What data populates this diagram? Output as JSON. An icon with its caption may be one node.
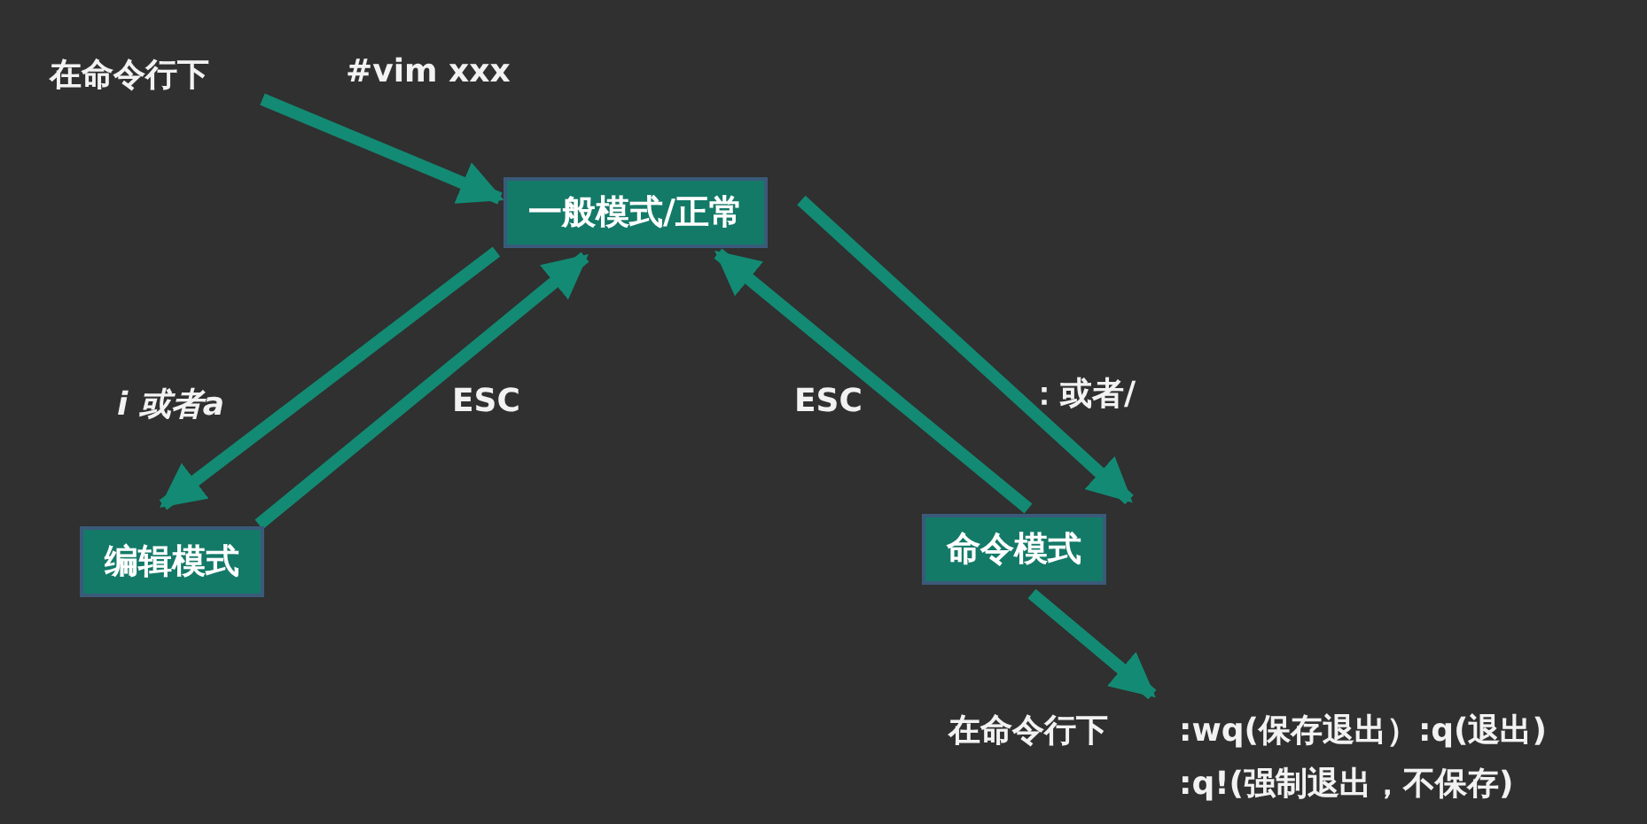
{
  "diagram": {
    "nodes": [
      {
        "text": [
          "在命令行下"
        ]
      },
      {
        "text": [
          "一般模式/正常"
        ]
      },
      {
        "text": [
          "编辑模式"
        ]
      },
      {
        "text": [
          "命令模式"
        ]
      },
      {
        "text": [
          ":wq(保存退出）:q(退出)",
          ":q!(强制退出，不保存)"
        ]
      }
    ],
    "edges": [
      {
        "from": 0,
        "to": 1,
        "arrow": "to",
        "label": "#vim  xxx"
      },
      {
        "from": 1,
        "to": 2,
        "arrow": "to",
        "label": "i 或者a"
      },
      {
        "from": 2,
        "to": 1,
        "arrow": "to",
        "label": "ESC"
      },
      {
        "from": 3,
        "to": 1,
        "arrow": "to",
        "label": "ESC"
      },
      {
        "from": 1,
        "to": 3,
        "arrow": "to",
        "label": "：或者/"
      },
      {
        "from": 3,
        "to": 4,
        "arrow": "to"
      }
    ],
    "labels": [
      "在命令行下"
    ]
  }
}
